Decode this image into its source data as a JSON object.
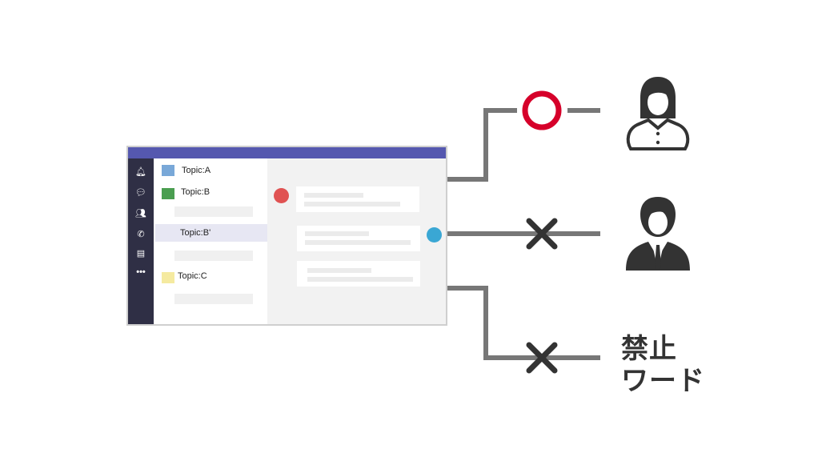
{
  "window": {
    "sidebar_icons": [
      "bell-icon",
      "chat-icon",
      "teams-icon",
      "calls-icon",
      "files-icon",
      "more-icon"
    ],
    "topics": [
      {
        "label": "Topic:A",
        "color": "#79a8d8"
      },
      {
        "label": "Topic:B",
        "color": "#4a9e50"
      },
      {
        "label": "Topic:B'",
        "color": ""
      },
      {
        "label": "Topic:C",
        "color": "#f5eaa0"
      }
    ],
    "accent": "#5558af",
    "avatar_colors": [
      "#e05252",
      "#3aa7d4"
    ]
  },
  "targets": {
    "allowed_mark": "○",
    "blocked_mark": "×",
    "woman": "woman-user-icon",
    "man": "man-user-icon",
    "banned_word_line1": "禁止",
    "banned_word_line2": "ワード"
  }
}
